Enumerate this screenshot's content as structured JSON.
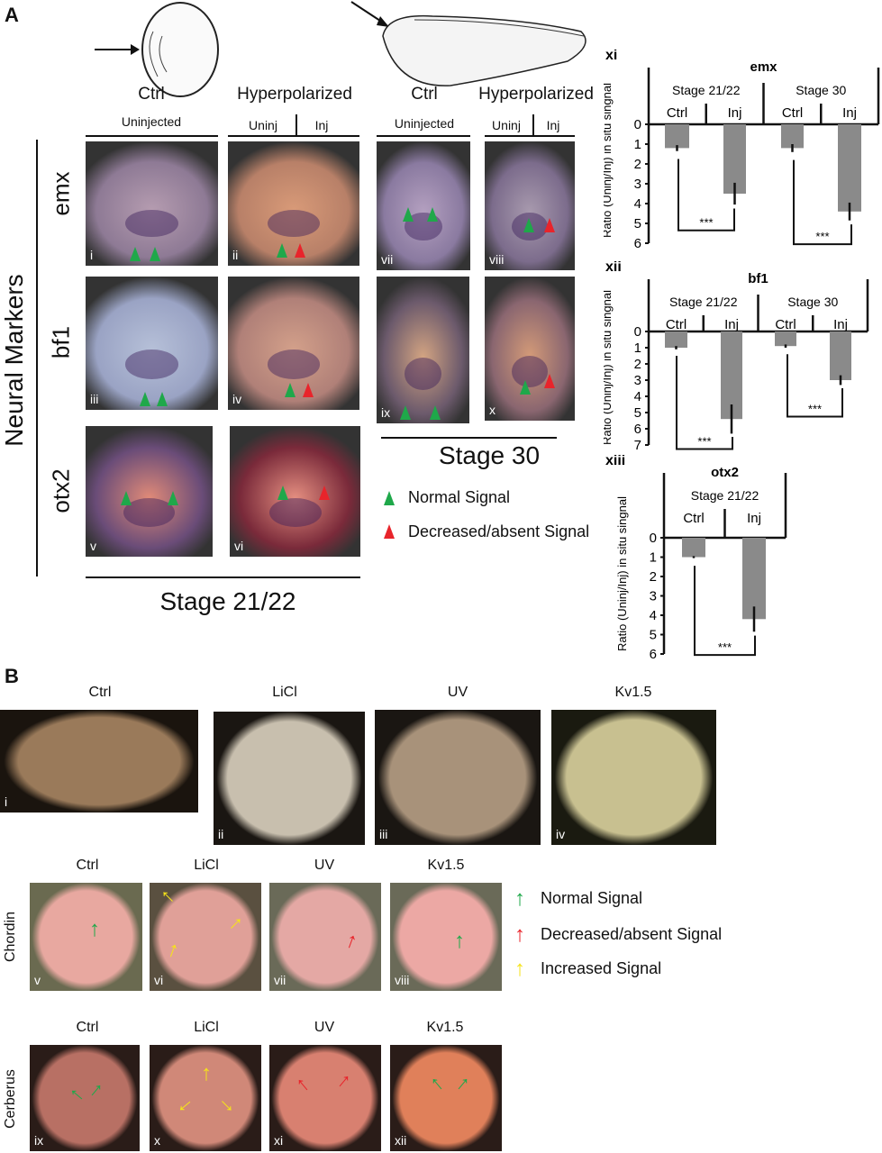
{
  "panelA": {
    "label": "A",
    "col_headers": [
      "Ctrl",
      "Hyperpolarized",
      "Ctrl",
      "Hyperpolarized"
    ],
    "sub_headers": [
      "Uninjected",
      "Uninj",
      "Inj",
      "Uninjected",
      "Uninj",
      "Inj"
    ],
    "row_group_label": "Neural Markers",
    "genes": [
      "emx",
      "bf1",
      "otx2"
    ],
    "images": [
      "i",
      "ii",
      "iii",
      "iv",
      "v",
      "vi",
      "vii",
      "viii",
      "ix",
      "x"
    ],
    "stage_left": "Stage 21/22",
    "stage_right": "Stage 30",
    "legend": {
      "normal": "Normal Signal",
      "decreased": "Decreased/absent Signal"
    }
  },
  "panelB": {
    "label": "B",
    "row1_labels": [
      "Ctrl",
      "LiCl",
      "UV",
      "Kv1.5"
    ],
    "row1_images": [
      "i",
      "ii",
      "iii",
      "iv"
    ],
    "row2_title": "Chordin",
    "row2_labels": [
      "Ctrl",
      "LiCl",
      "UV",
      "Kv1.5"
    ],
    "row2_images": [
      "v",
      "vi",
      "vii",
      "viii"
    ],
    "row3_title": "Cerberus",
    "row3_labels": [
      "Ctrl",
      "LiCl",
      "UV",
      "Kv1.5"
    ],
    "row3_images": [
      "ix",
      "x",
      "xi",
      "xii"
    ],
    "legend": {
      "normal": "Normal Signal",
      "decreased": "Decreased/absent Signal",
      "increased": "Increased Signal"
    }
  },
  "colors": {
    "green": "#1fa84a",
    "red": "#e8242b",
    "yellow": "#f5e31a",
    "bar": "#8a8a8a"
  },
  "chart_data": [
    {
      "type": "bar",
      "panel": "xi",
      "title": "emx",
      "ylabel": "Ratio (Uninj/Inj) in situ singnal",
      "ylim": [
        0,
        6
      ],
      "yticks": [
        0,
        1,
        2,
        3,
        4,
        5,
        6
      ],
      "groups": [
        "Stage 21/22",
        "Stage 30"
      ],
      "categories": [
        "Ctrl",
        "Inj",
        "Ctrl",
        "Inj"
      ],
      "values": [
        1.2,
        3.5,
        1.2,
        4.4
      ],
      "errors": [
        0.15,
        0.55,
        0.2,
        0.45
      ],
      "significance": [
        "***",
        "***"
      ]
    },
    {
      "type": "bar",
      "panel": "xii",
      "title": "bf1",
      "ylabel": "Ratio (Uninj/Inj) in situ singnal",
      "ylim": [
        0,
        7
      ],
      "yticks": [
        0,
        1,
        2,
        3,
        4,
        5,
        6,
        7
      ],
      "groups": [
        "Stage 21/22",
        "Stage 30"
      ],
      "categories": [
        "Ctrl",
        "Inj",
        "Ctrl",
        "Inj"
      ],
      "values": [
        1.0,
        5.4,
        0.9,
        3.0
      ],
      "errors": [
        0.1,
        0.9,
        0.1,
        0.3
      ],
      "significance": [
        "***",
        "***"
      ]
    },
    {
      "type": "bar",
      "panel": "xiii",
      "title": "otx2",
      "ylabel": "Ratio (Uninj/Inj) in situ singnal",
      "ylim": [
        0,
        6
      ],
      "yticks": [
        0,
        1,
        2,
        3,
        4,
        5,
        6
      ],
      "groups": [
        "Stage 21/22"
      ],
      "categories": [
        "Ctrl",
        "Inj"
      ],
      "values": [
        1.0,
        4.2
      ],
      "errors": [
        0.05,
        0.65
      ],
      "significance": [
        "***"
      ]
    }
  ]
}
